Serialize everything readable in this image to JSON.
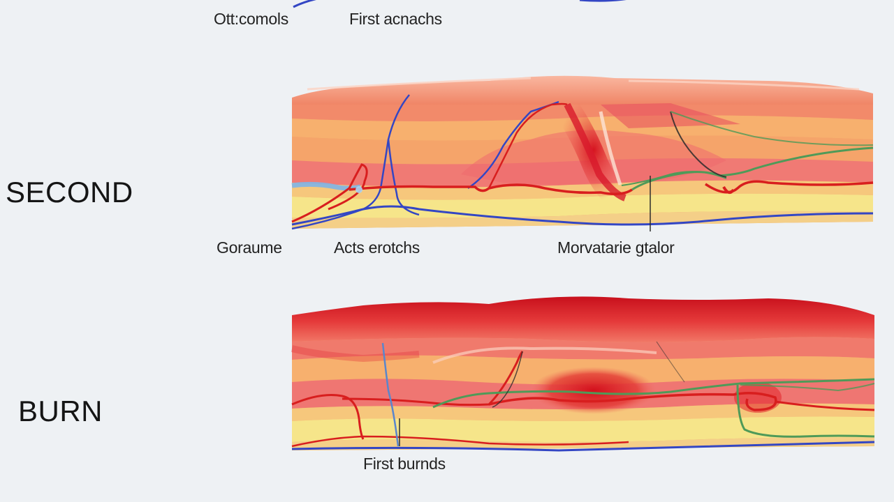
{
  "labels": {
    "top_left": "Ott:comols",
    "top_right": "First acnachs",
    "mid_left": "Goraume",
    "mid_center": "Acts erotchs",
    "mid_right": "Morvatarie gtalor",
    "bottom": "First burnds"
  },
  "headings": {
    "second": "SECOND",
    "burn": "BURN"
  },
  "colors": {
    "background": "#eef1f4",
    "epidermis": "#f58a6c",
    "dermis_orange": "#f7b06e",
    "dermis_pink": "#f07a74",
    "subcutaneous": "#f6e58a",
    "vessel_red": "#d81e1e",
    "vessel_blue": "#3346c4",
    "nerve_green": "#4f9a58",
    "burn_red": "#d8192b"
  }
}
